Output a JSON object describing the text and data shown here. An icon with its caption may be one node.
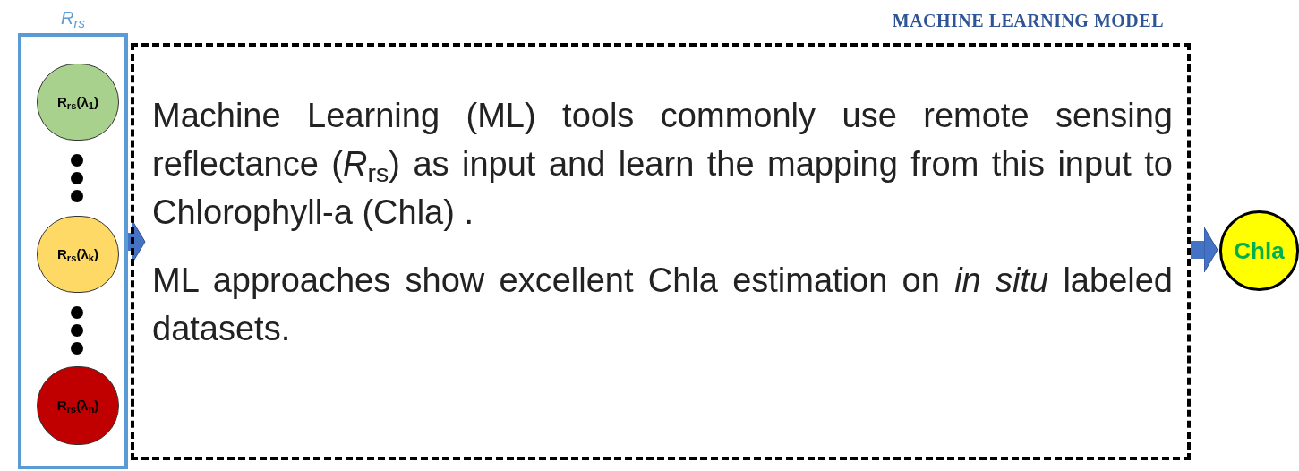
{
  "diagram": {
    "nodes": [
      {
        "text": [
          "R$_{rs}$"
        ]
      },
      {
        "text": [
          "R$_{rs}$(λ$_{1}$)"
        ],
        "in": 0
      },
      {
        "text": [
          "R$_{rs}$(λ$_{k}$)"
        ],
        "in": 0
      },
      {
        "text": [
          "R$_{rs}$(λ$_{n}$)"
        ],
        "in": 0
      },
      {
        "text": [
          "MACHINE LEARNING MODEL",
          "Machine Learning (ML) tools commonly use remote sensing reflectance (*R*$_{rs}$) as input and learn the mapping from this input to Chlorophyll-a (Chla) .",
          "ML approaches show excellent Chla estimation on *in situ* labeled datasets."
        ]
      },
      {
        "text": [
          "Chla"
        ]
      }
    ],
    "edges": [
      {
        "from": 0,
        "to": 4,
        "arrow": "to"
      },
      {
        "from": 4,
        "to": 5,
        "arrow": "to"
      }
    ]
  }
}
